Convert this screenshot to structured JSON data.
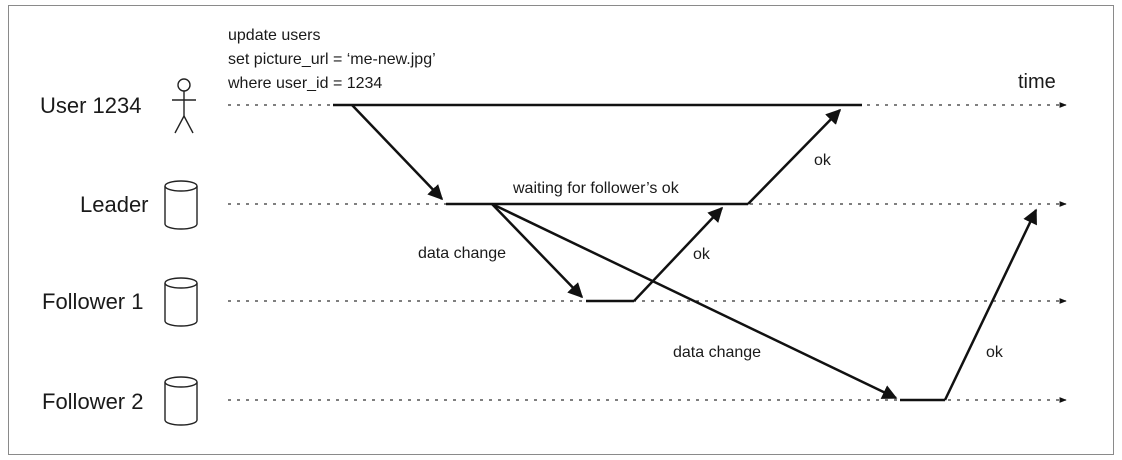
{
  "query": {
    "line1": "update users",
    "line2": "set picture_url = ‘me-new.jpg’",
    "line3": "where user_id = 1234"
  },
  "time_label": "time",
  "lanes": [
    {
      "label": "User 1234",
      "icon": "person-icon"
    },
    {
      "label": "Leader",
      "icon": "database-icon"
    },
    {
      "label": "Follower 1",
      "icon": "database-icon"
    },
    {
      "label": "Follower 2",
      "icon": "database-icon"
    }
  ],
  "messages": {
    "waiting": "waiting for follower’s ok",
    "data_change_1": "data change",
    "data_change_2": "data change",
    "ok_follower1": "ok",
    "ok_leader": "ok",
    "ok_follower2": "ok"
  }
}
